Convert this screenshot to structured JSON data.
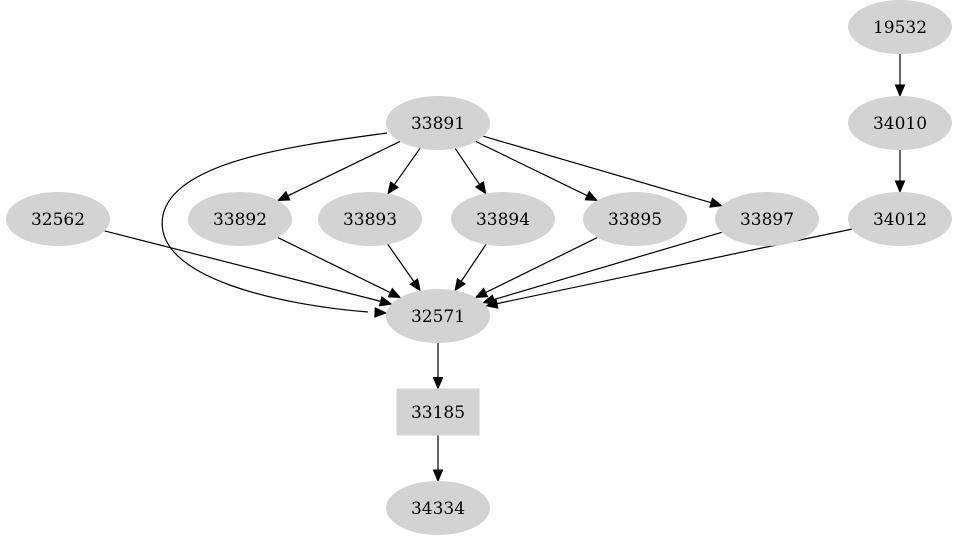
{
  "graph": {
    "nodes": [
      {
        "id": "n19532",
        "label": "19532",
        "shape": "ellipse"
      },
      {
        "id": "n34010",
        "label": "34010",
        "shape": "ellipse"
      },
      {
        "id": "n33891",
        "label": "33891",
        "shape": "ellipse"
      },
      {
        "id": "n32562",
        "label": "32562",
        "shape": "ellipse"
      },
      {
        "id": "n33892",
        "label": "33892",
        "shape": "ellipse"
      },
      {
        "id": "n33893",
        "label": "33893",
        "shape": "ellipse"
      },
      {
        "id": "n33894",
        "label": "33894",
        "shape": "ellipse"
      },
      {
        "id": "n33895",
        "label": "33895",
        "shape": "ellipse"
      },
      {
        "id": "n33897",
        "label": "33897",
        "shape": "ellipse"
      },
      {
        "id": "n34012",
        "label": "34012",
        "shape": "ellipse"
      },
      {
        "id": "n32571",
        "label": "32571",
        "shape": "ellipse"
      },
      {
        "id": "n33185",
        "label": "33185",
        "shape": "box"
      },
      {
        "id": "n34334",
        "label": "34334",
        "shape": "ellipse"
      }
    ],
    "edges": [
      {
        "from": "19532",
        "to": "34010"
      },
      {
        "from": "34010",
        "to": "34012"
      },
      {
        "from": "33891",
        "to": "33892"
      },
      {
        "from": "33891",
        "to": "33893"
      },
      {
        "from": "33891",
        "to": "33894"
      },
      {
        "from": "33891",
        "to": "33895"
      },
      {
        "from": "33891",
        "to": "33897"
      },
      {
        "from": "33891",
        "to": "32571"
      },
      {
        "from": "32562",
        "to": "32571"
      },
      {
        "from": "33892",
        "to": "32571"
      },
      {
        "from": "33893",
        "to": "32571"
      },
      {
        "from": "33894",
        "to": "32571"
      },
      {
        "from": "33895",
        "to": "32571"
      },
      {
        "from": "33897",
        "to": "32571"
      },
      {
        "from": "34012",
        "to": "32571"
      },
      {
        "from": "32571",
        "to": "33185"
      },
      {
        "from": "33185",
        "to": "34334"
      }
    ]
  }
}
